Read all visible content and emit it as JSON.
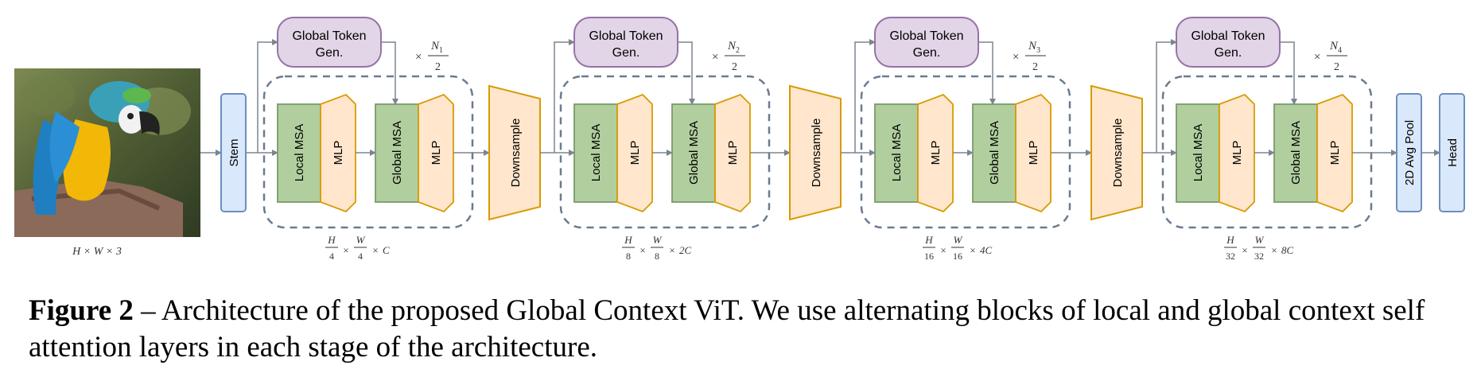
{
  "input_label": "H × W × 3",
  "stem_label": "Stem",
  "downsample_label": "Downsample",
  "pool_label": "2D Avg Pool",
  "head_label": "Head",
  "global_token_label_line1": "Global Token",
  "global_token_label_line2": "Gen.",
  "local_msa_label": "Local MSA",
  "global_msa_label": "Global MSA",
  "mlp_label": "MLP",
  "stages": [
    {
      "repeat_num": "N1",
      "repeat_sub": "1",
      "dims": {
        "h_den": "4",
        "w_den": "4",
        "ch": "C"
      }
    },
    {
      "repeat_num": "N2",
      "repeat_sub": "2",
      "dims": {
        "h_den": "8",
        "w_den": "8",
        "ch": "2C"
      }
    },
    {
      "repeat_num": "N3",
      "repeat_sub": "3",
      "dims": {
        "h_den": "16",
        "w_den": "16",
        "ch": "4C"
      }
    },
    {
      "repeat_num": "N4",
      "repeat_sub": "4",
      "dims": {
        "h_den": "32",
        "w_den": "32",
        "ch": "8C"
      }
    }
  ],
  "repeat_den": "2",
  "caption": {
    "bold": "Figure 2",
    "text": " – Architecture of the proposed Global Context ViT. We use alternating blocks of local and global context self attention layers in each stage of the architecture."
  },
  "colors": {
    "stem_fill": "#dae8fc",
    "stem_stroke": "#6c8ebf",
    "msa_fill": "#b1cf9e",
    "msa_stroke": "#7a9a6a",
    "mlp_fill": "#ffe6cc",
    "mlp_stroke": "#d79b00",
    "gtg_fill": "#e1d5e7",
    "gtg_stroke": "#9673a6",
    "dash": "#6b7b8f",
    "arrow": "#7a8590"
  }
}
